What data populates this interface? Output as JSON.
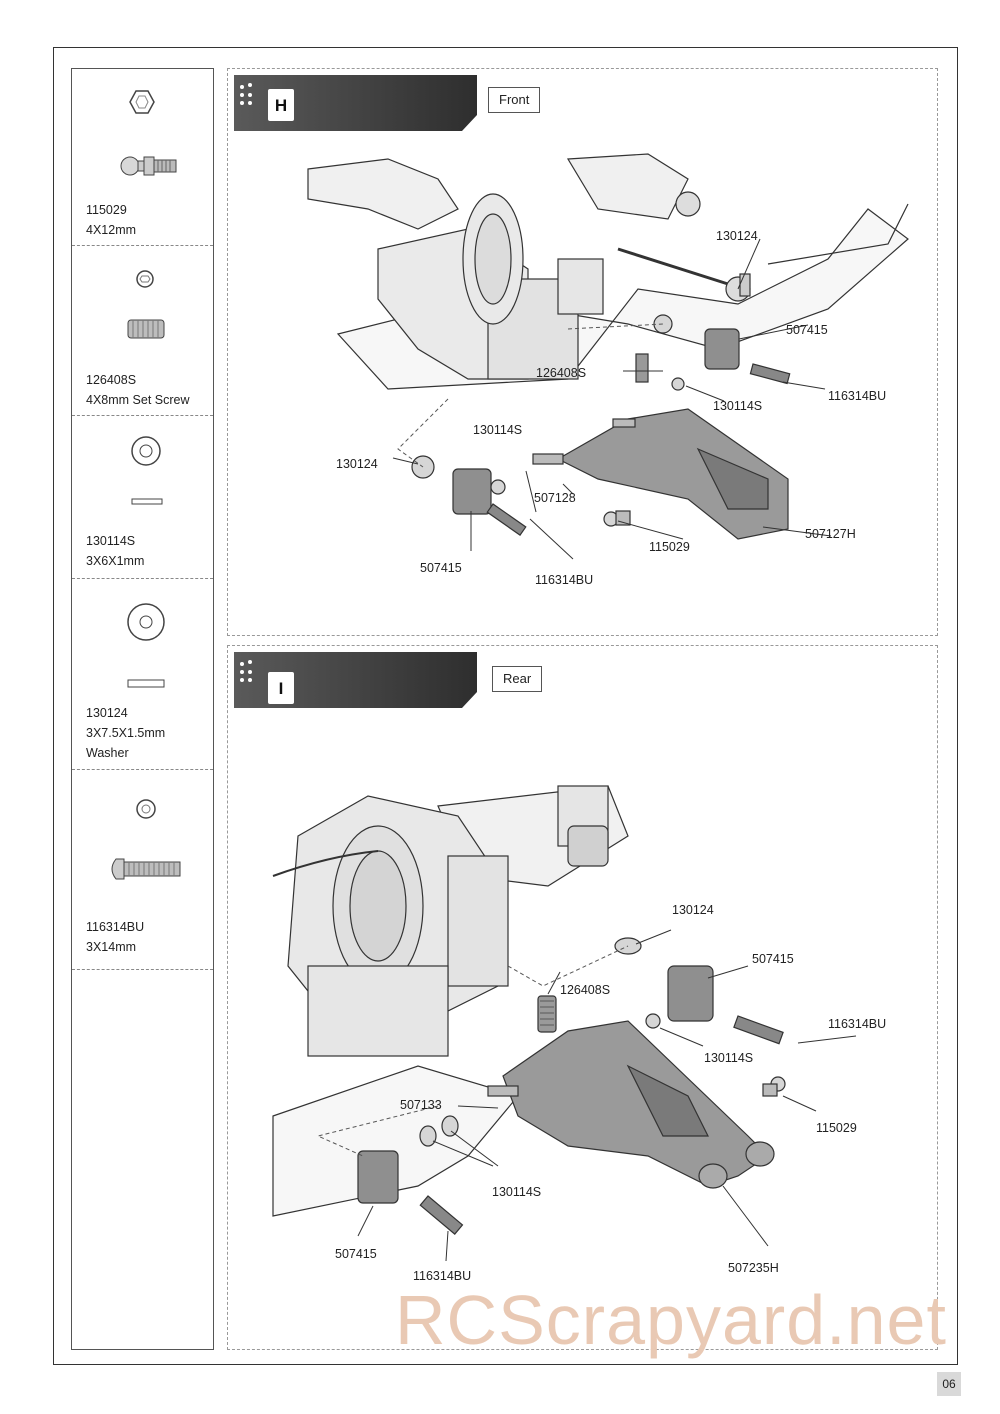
{
  "parts": [
    {
      "code": "115029",
      "desc": "4X12mm",
      "icon": "ball-stud-icon"
    },
    {
      "code": "126408S",
      "desc": "4X8mm Set Screw",
      "icon": "set-screw-icon"
    },
    {
      "code": "130114S",
      "desc": "3X6X1mm",
      "icon": "washer-thin-icon"
    },
    {
      "code": "130124",
      "desc": "3X7.5X1.5mm",
      "desc2": "Washer",
      "icon": "washer-icon"
    },
    {
      "code": "116314BU",
      "desc": "3X14mm",
      "icon": "button-head-screw-icon"
    }
  ],
  "steps": [
    {
      "letter": "H",
      "position": "Front",
      "callouts": {
        "c1": "130124",
        "c2": "507415",
        "c3": "126408S",
        "c4": "130114S",
        "c5": "116314BU",
        "c6": "130114S",
        "c7": "130124",
        "c8": "507128",
        "c9": "507127H",
        "c10": "115029",
        "c11": "507415",
        "c12": "116314BU"
      }
    },
    {
      "letter": "I",
      "position": "Rear",
      "callouts": {
        "c1": "130124",
        "c2": "507415",
        "c3": "126408S",
        "c4": "116314BU",
        "c5": "130114S",
        "c6": "507133",
        "c7": "115029",
        "c8": "130114S",
        "c9": "507415",
        "c10": "116314BU",
        "c11": "507235H"
      }
    }
  ],
  "watermark": "RCScrapyard.net",
  "page_number": "06"
}
